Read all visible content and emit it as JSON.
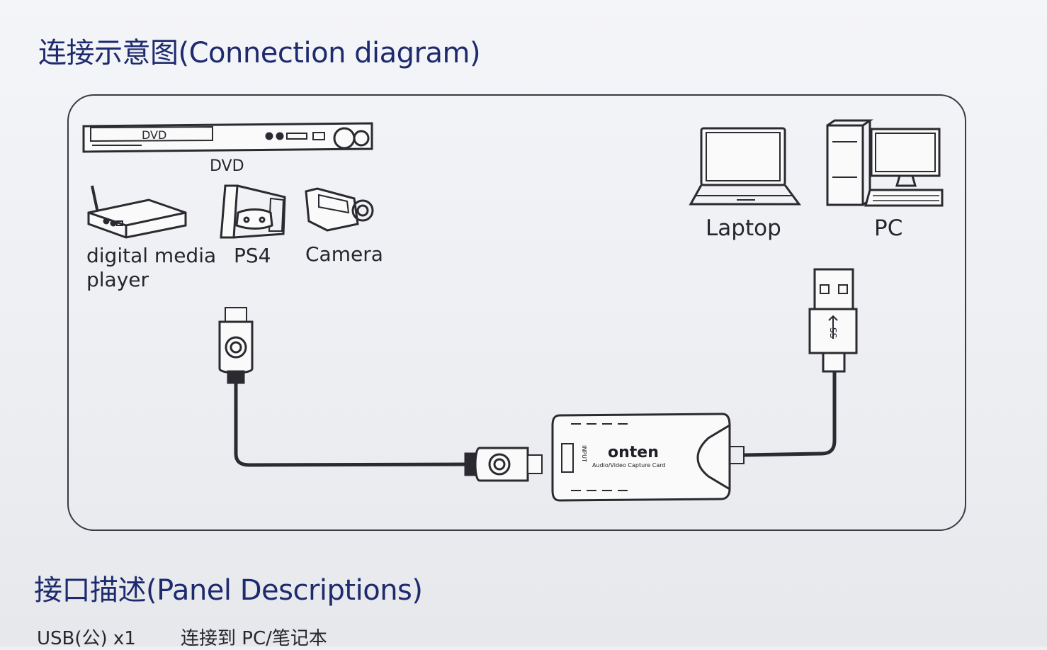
{
  "titles": {
    "connection": "连接示意图(Connection diagram)",
    "panel": "接口描述(Panel Descriptions)"
  },
  "devices": {
    "dvd": {
      "label": "DVD",
      "panel_text": "DVD"
    },
    "media_player": {
      "label_line1": "digital media",
      "label_line2": "player"
    },
    "ps4": {
      "label": "PS4"
    },
    "camera": {
      "label": "Camera"
    },
    "laptop": {
      "label": "Laptop"
    },
    "pc": {
      "label": "PC"
    }
  },
  "capture_card": {
    "brand": "onten",
    "subtitle": "Audio/Video Capture Card",
    "port_label": "INPUT"
  },
  "usb": {
    "mark": "SS"
  },
  "footer": {
    "usb_spec": "USB(公) x1",
    "usb_desc": "连接到 PC/笔记本"
  },
  "colors": {
    "heading": "#1e2a6e",
    "line": "#2a2a30",
    "paper": "#eef0f4"
  }
}
